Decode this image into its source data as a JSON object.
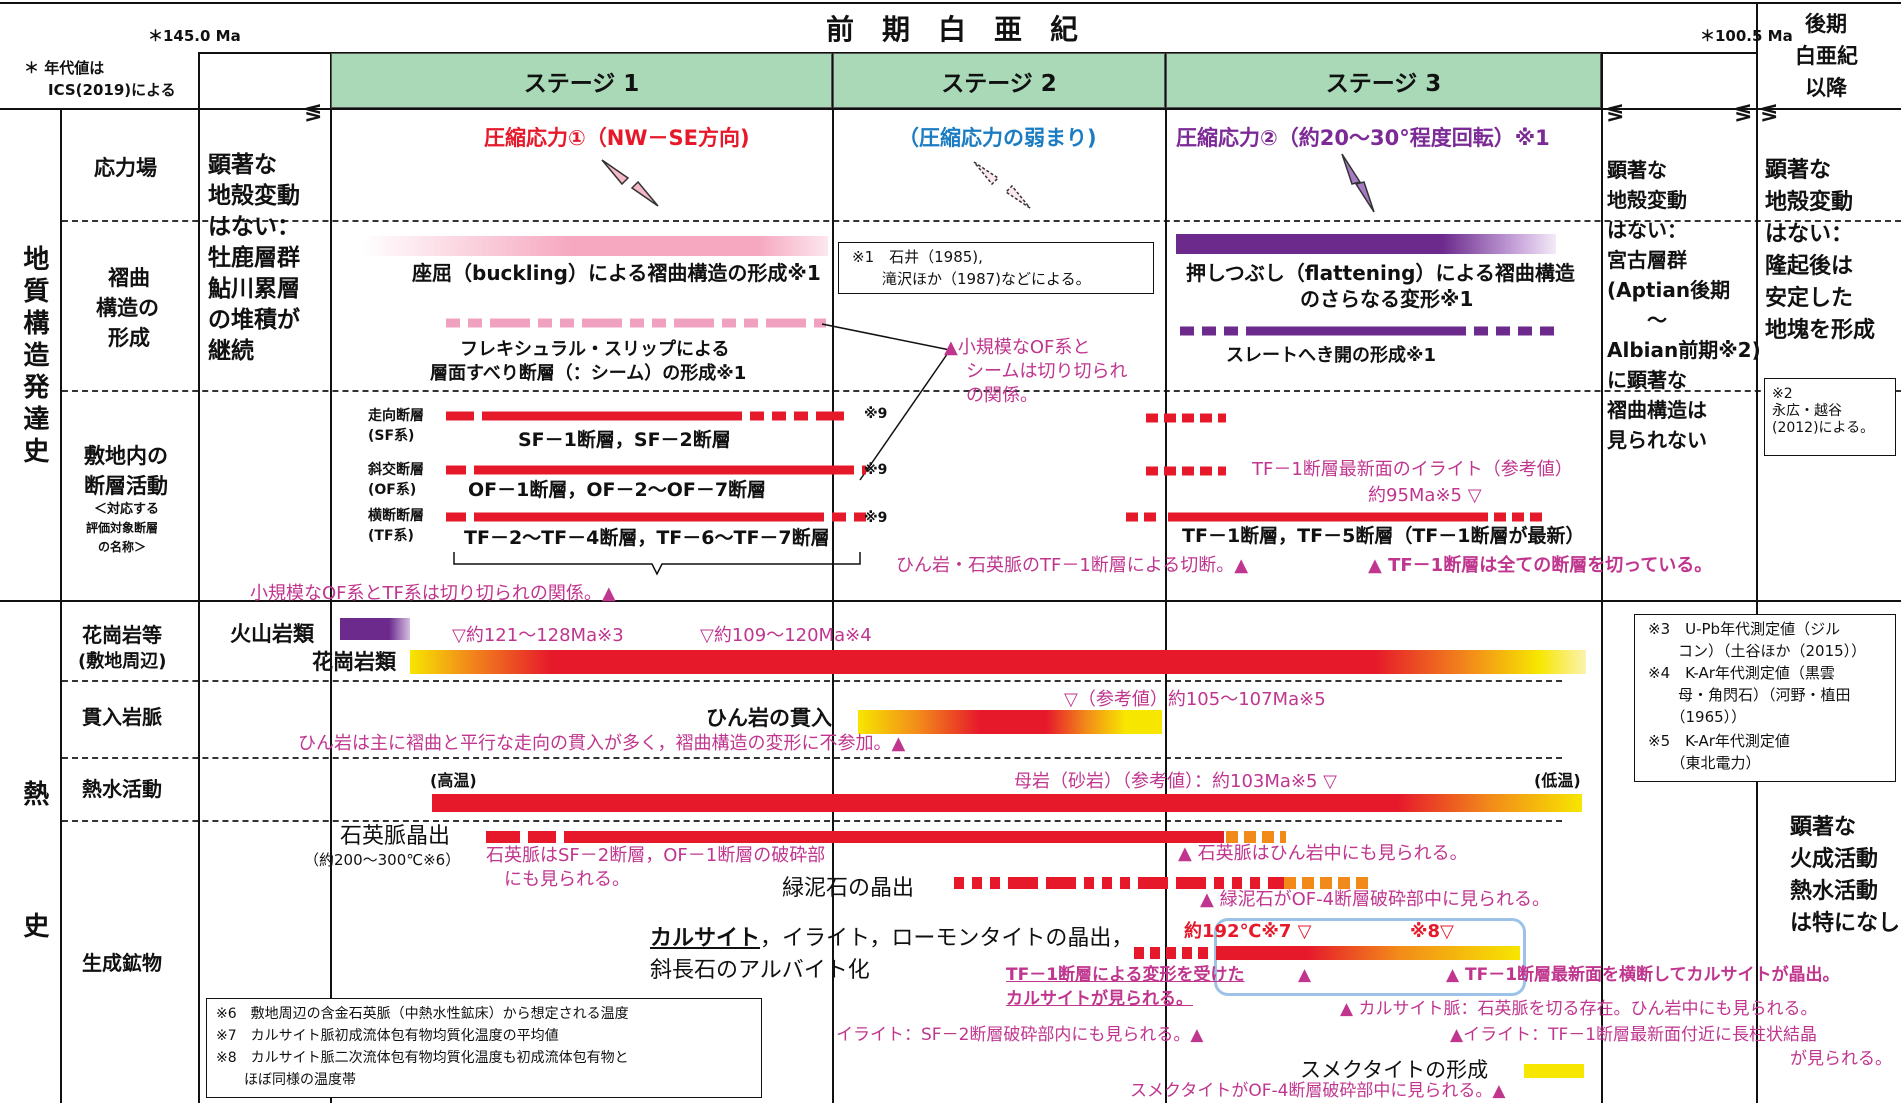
{
  "header": {
    "period_title": "前　期　白　亜　紀",
    "age_start": "＊145.0 Ma",
    "age_end": "＊100.5 Ma",
    "age_note_line1": "＊ 年代値は",
    "age_note_line2": "ICS(2019)による",
    "late_line1": "後期",
    "late_line2": "白亜紀",
    "late_line3": "以降",
    "break_mark": "≶"
  },
  "stages": [
    "ステージ 1",
    "ステージ 2",
    "ステージ 3"
  ],
  "sections": {
    "geology": "地質構造発達史",
    "thermal": "熱　史"
  },
  "rows": {
    "stress": "応力場",
    "fold_l1": "褶曲",
    "fold_l2": "構造の",
    "fold_l3": "形成",
    "fault_l1": "敷地内の",
    "fault_l2": "断層活動",
    "fault_l3": "＜対応する",
    "fault_l4": "評価対象断層",
    "fault_l5": "の名称＞",
    "granite_l1": "花崗岩等",
    "granite_l2": "(敷地周辺)",
    "dike": "貫入岩脈",
    "hydro": "熱水活動",
    "mineral": "生成鉱物"
  },
  "pre_stage": {
    "geology_text": "顕著な\n地殻変動\nはない：\n牡鹿層群\n鮎川累層\nの堆積が\n継続"
  },
  "post_stage": {
    "geology_text": "顕著な\n地殻変動\nはない：\n宮古層群\n(Aptian後期\n　　～\nAlbian前期※2)\nに顕著な\n褶曲構造は\n見られない"
  },
  "late": {
    "geology_text": "顕著な\n地殻変動\nはない：\n隆起後は\n安定した\n地塊を形成",
    "note2": "※2\n永広・越谷\n(2012)による。",
    "thermal_text": "顕著な\n火成活動\n熱水活動\nは特になし"
  },
  "stress": {
    "s1": "圧縮応力①（NW－SE方向)",
    "s2": "（圧縮応力の弱まり)",
    "s3": "圧縮応力②（約20～30°程度回転）※1"
  },
  "fold": {
    "buckling": "座屈（buckling）による褶曲構造の形成※1",
    "flexural_l1": "フレキシュラル・スリップによる",
    "flexural_l2": "層面すべり断層（：シーム）の形成※1",
    "note1_l1": "※1　石井（1985),",
    "note1_l2": "　　滝沢ほか（1987)などによる。",
    "flatten_l1": "押しつぶし（flattening）による褶曲構造",
    "flatten_l2": "のさらなる変形※1",
    "slate": "スレートへき開の形成※1",
    "of_seam_l1": "▲小規模なOF系と",
    "of_seam_l2": "シームは切り切られ",
    "of_seam_l3": "の関係。"
  },
  "faults": {
    "sf_l1": "走向断層",
    "sf_l2": "(SF系)",
    "sf_names": "SF－1断層，SF－2断層",
    "of_l1": "斜交断層",
    "of_l2": "(OF系)",
    "of_names": "OF－1断層，OF－2～OF－7断層",
    "tf_l1": "横断断層",
    "tf_l2": "(TF系)",
    "tf_names": "TF－2～TF－4断層，TF－6～TF－7断層",
    "note9": "※9",
    "tf1_illite_l1": "TF－1断層最新面のイライト（参考値）",
    "tf1_illite_l2": "約95Ma※5 ▽",
    "tf_names3": "TF－1断層，TF－5断層（TF－1断層が最新）",
    "cut_by_tf1": "ひん岩・石英脈のTF－1断層による切断。▲",
    "tf1_cuts_all": "▲ TF－1断層は全ての断層を切っている。",
    "of_tf_relation": "小規模なOF系とTF系は切り切られの関係。▲"
  },
  "granite": {
    "volcanic": "火山岩類",
    "granite": "花崗岩類",
    "age1": "▽約121～128Ma※3",
    "age2": "▽約109～120Ma※4"
  },
  "notes345": {
    "n3_l1": "※3　U-Pb年代測定値（ジル",
    "n3_l2": "　　コン）（土谷ほか（2015））",
    "n4_l1": "※4　K-Ar年代測定値（黒雲",
    "n4_l2": "　　母・角閃石）（河野・植田",
    "n4_l3": "　　（1965））",
    "n5_l1": "※5　K-Ar年代測定値",
    "n5_l2": "　　（東北電力）"
  },
  "dike": {
    "porphyrite": "ひん岩の貫入",
    "age": "▽（参考値）約105～107Ma※5",
    "note": "ひん岩は主に褶曲と平行な走向の貫入が多く，褶曲構造の変形に不参加。▲"
  },
  "hydro": {
    "high": "(高温)",
    "low": "(低温)",
    "age": "母岩（砂岩）（参考値）：約103Ma※5 ▽"
  },
  "minerals": {
    "quartz": "石英脈晶出",
    "quartz_temp": "（約200～300℃※6）",
    "quartz_note_l1": "石英脈はSF－2断層，OF－1断層の破砕部",
    "quartz_note_l2": "にも見られる。",
    "quartz_in_porph": "▲ 石英脈はひん岩中にも見られる。",
    "chlorite": "緑泥石の晶出",
    "chlorite_note": "▲ 緑泥石がOF-4断層破砕部中に見られる。",
    "calcite_title_a": "カルサイト",
    "calcite_title_b": "，イライト，ローモンタイトの晶出，",
    "albite": "斜長石のアルバイト化",
    "temp192": "約192℃※7 ▽",
    "temp8": "※8▽",
    "deformed_l1": "TF－1断層による変形を受けた",
    "deformed_l2": "カルサイトが見られる。",
    "deformed_mark": "▲",
    "crosscut": "▲ TF－1断層最新面を横断してカルサイトが晶出。",
    "calcite_vein": "▲ カルサイト脈：石英脈を切る存在。ひん岩中にも見られる。",
    "illite_sf2": "イライト：SF－2断層破砕部内にも見られる。▲",
    "illite_tf1_l1": "▲イライト：TF－1断層最新面付近に長柱状結晶",
    "illite_tf1_l2": "が見られる。",
    "smectite": "スメクタイトの形成",
    "smectite_note": "スメクタイトがOF-4断層破砕部中に見られる。▲"
  },
  "notes678": {
    "n6": "※6　敷地周辺の含金石英脈（中熱水性鉱床）から想定される温度",
    "n7": "※7　カルサイト脈初成流体包有物均質化温度の平均値",
    "n8_l1": "※8　カルサイト脈二次流体包有物均質化温度も初成流体包有物と",
    "n8_l2": "　　ほぼ同様の温度帯"
  },
  "colors": {
    "red": "#e6192b",
    "purple": "#6b2a8c",
    "pink": "#f1a1c0",
    "stage_green": "#a9d9b7",
    "blue_text": "#1b7cc3",
    "magenta_text": "#c0368f",
    "yellow": "#f7e600",
    "orange": "#f28a1a"
  }
}
